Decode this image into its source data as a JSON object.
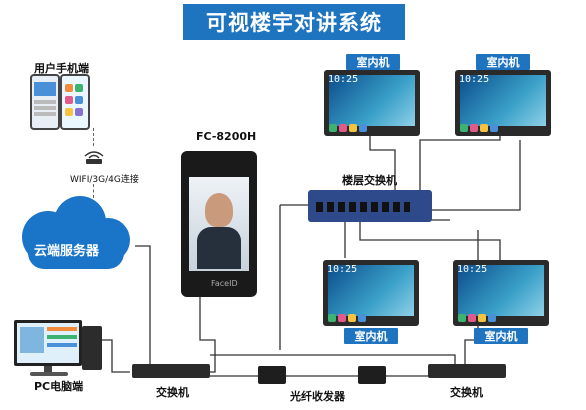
{
  "title": "可视楼宇对讲系统",
  "labels": {
    "user_phone": "用户手机端",
    "connection": "WIFI/3G/4G连接",
    "cloud": "云端服务器",
    "pc": "PC电脑端",
    "device_model": "FC-8200H",
    "floor_switch": "楼层交换机",
    "fiber": "光纤收发器",
    "switch_left": "交换机",
    "switch_right": "交换机",
    "indoor_1": "室内机",
    "indoor_2": "室内机",
    "indoor_3": "室内机",
    "indoor_4": "室内机"
  },
  "screen": {
    "time": "10:25",
    "device_brand": "FaceID"
  },
  "colors": {
    "accent": "#1f74c0",
    "cloud": "#1a74c8",
    "switch": "#2f4a8a",
    "wire": "#333333"
  }
}
